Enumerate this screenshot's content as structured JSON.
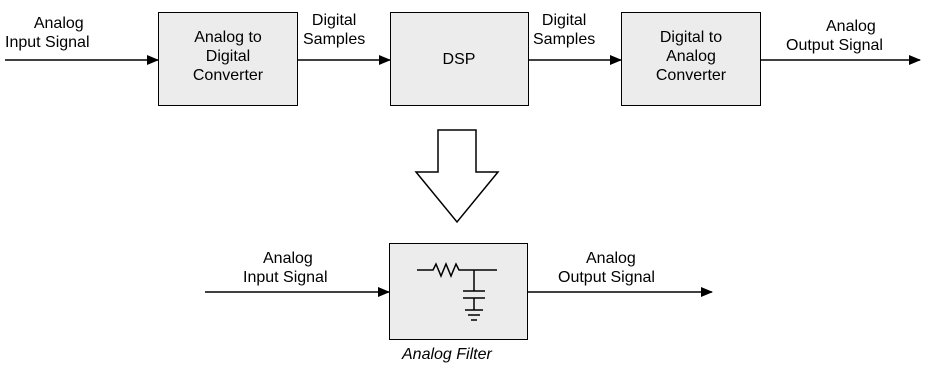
{
  "top_chain": {
    "input_label": [
      "Analog",
      "Input Signal"
    ],
    "adc": {
      "lines": [
        "Analog to",
        "Digital",
        "Converter"
      ]
    },
    "adc_out_label": [
      "Digital",
      "Samples"
    ],
    "dsp": {
      "label": "DSP"
    },
    "dsp_out_label": [
      "Digital",
      "Samples"
    ],
    "dac": {
      "lines": [
        "Digital to",
        "Analog",
        "Converter"
      ]
    },
    "output_label": [
      "Analog",
      "Output Signal"
    ]
  },
  "bottom_chain": {
    "input_label": [
      "Analog",
      "Input Signal"
    ],
    "output_label": [
      "Analog",
      "Output Signal"
    ],
    "filter_caption": "Analog Filter"
  },
  "colors": {
    "box_fill": "#ececec",
    "stroke": "#000000"
  }
}
